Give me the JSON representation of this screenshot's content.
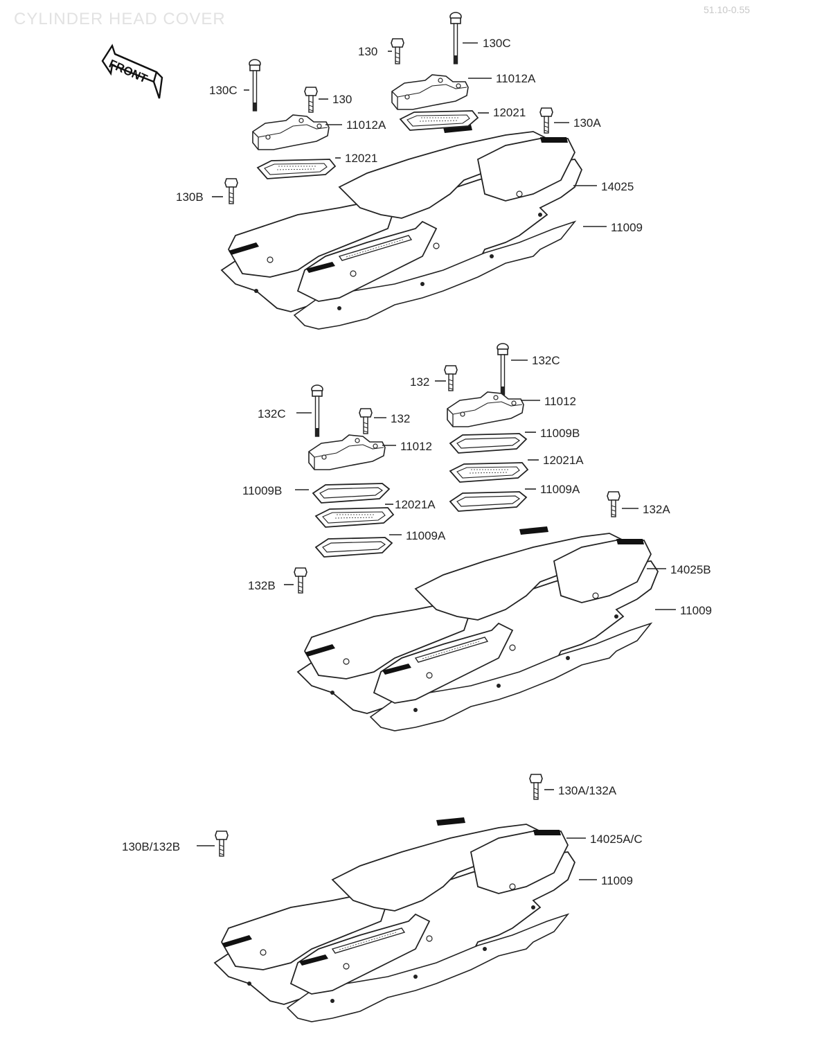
{
  "header": {
    "title": "CYLINDER HEAD COVER",
    "code": "51.10-0.55"
  },
  "front_arrow": {
    "label": "FRONT"
  },
  "labels": {
    "top": {
      "l130_a": "130",
      "l130c_a": "130C",
      "l11012a_a": "11012A",
      "l12021_a": "12021",
      "l130a": "130A",
      "l130c_b": "130C",
      "l130_b": "130",
      "l11012a_b": "11012A",
      "l12021_b": "12021",
      "l14025": "14025",
      "l130b": "130B",
      "l11009": "11009"
    },
    "middle": {
      "l132c_a": "132C",
      "l132_a": "132",
      "l11012_a": "11012",
      "l11009b_a": "11009B",
      "l12021a_a": "12021A",
      "l11009a_a": "11009A",
      "l132c_b": "132C",
      "l132_b": "132",
      "l11012_b": "11012",
      "l11009b_b": "11009B",
      "l12021a_b": "12021A",
      "l11009a_b": "11009A",
      "l132a": "132A",
      "l14025b": "14025B",
      "l132b": "132B",
      "l11009": "11009"
    },
    "bottom": {
      "l130a132a": "130A/132A",
      "l14025ac": "14025A/C",
      "l130b132b": "130B/132B",
      "l11009": "11009"
    }
  }
}
